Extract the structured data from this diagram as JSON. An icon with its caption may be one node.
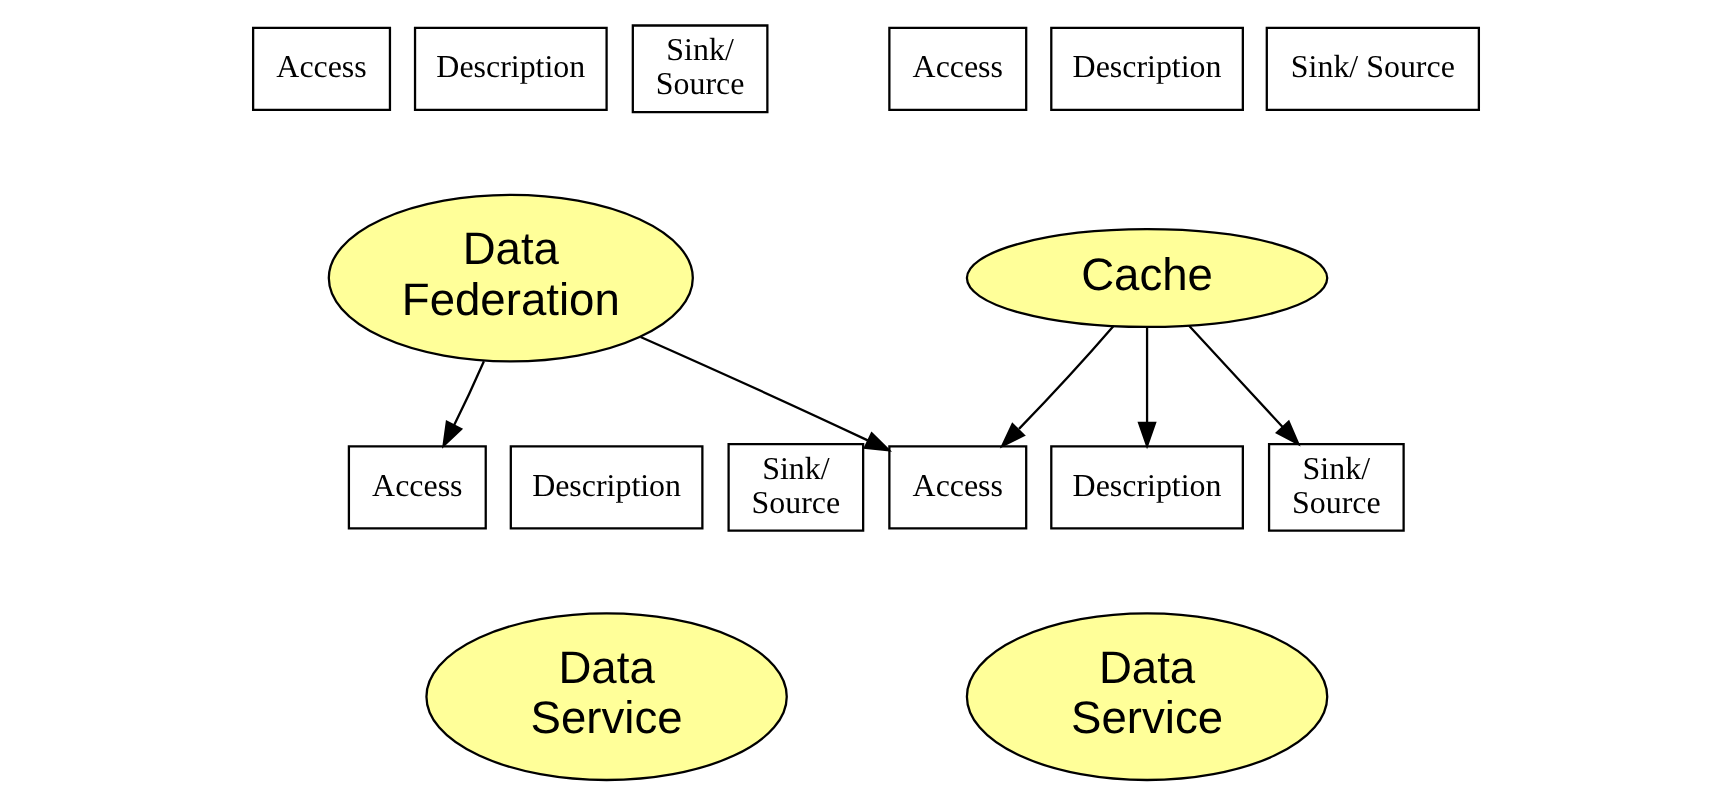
{
  "diagram": {
    "nodes": [
      {
        "text": [
          "Access"
        ]
      },
      {
        "text": [
          "Description"
        ]
      },
      {
        "text": [
          "Sink/ Source"
        ]
      },
      {
        "text": [
          "Data Federation"
        ]
      },
      {
        "text": [
          "Access"
        ]
      },
      {
        "text": [
          "Description"
        ]
      },
      {
        "text": [
          "Sink/ Source"
        ]
      },
      {
        "text": [
          "Cache"
        ]
      },
      {
        "text": [
          "Access"
        ]
      },
      {
        "text": [
          "Description"
        ]
      },
      {
        "text": [
          "Sink/ Source"
        ]
      },
      {
        "text": [
          "Data Service"
        ]
      },
      {
        "text": [
          "Access"
        ]
      },
      {
        "text": [
          "Description"
        ]
      },
      {
        "text": [
          "Sink/ Source"
        ]
      },
      {
        "text": [
          "Data Service"
        ]
      }
    ],
    "edges": [
      {
        "from": 3,
        "to": 8,
        "arrow": "to"
      },
      {
        "from": 3,
        "to": 12,
        "arrow": "to"
      },
      {
        "from": 7,
        "to": 12,
        "arrow": "to"
      },
      {
        "from": 7,
        "to": 13,
        "arrow": "to"
      },
      {
        "from": 7,
        "to": 14,
        "arrow": "to"
      }
    ]
  }
}
